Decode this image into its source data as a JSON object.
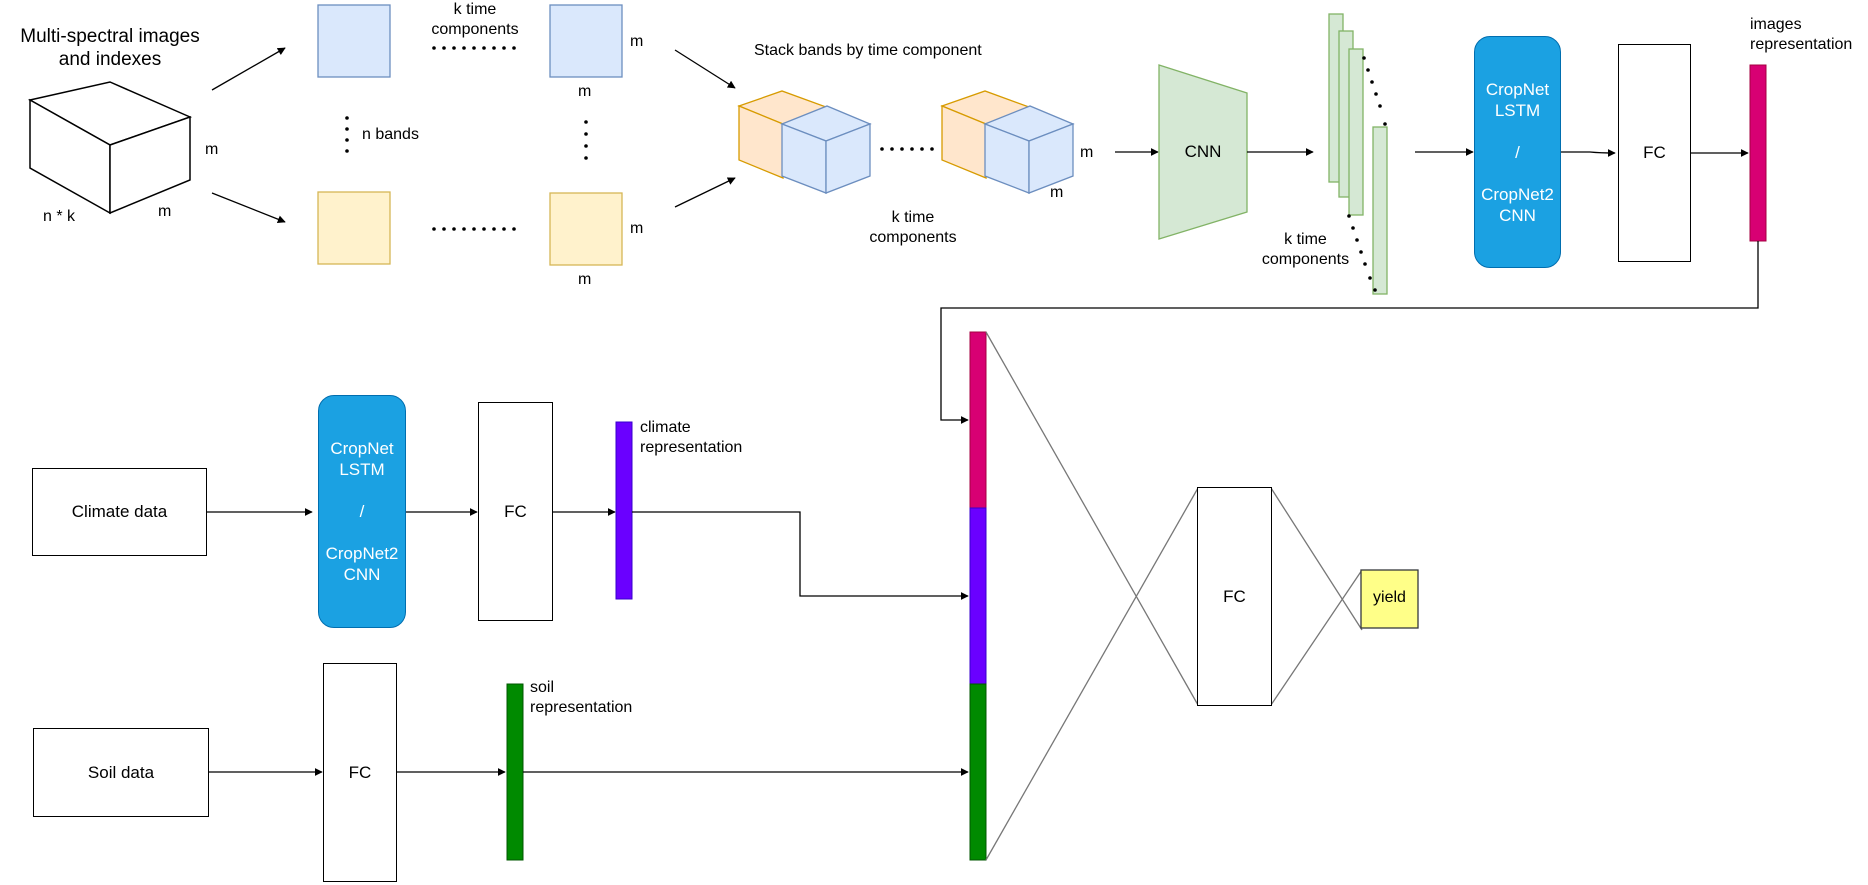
{
  "colors": {
    "images_repr": "#d80073",
    "climate_repr": "#6a00ff",
    "soil_repr": "#008a00",
    "rnn_block": "#1ba1e2",
    "yield_box": "#ffff88",
    "cnn_block": "#d5e8d4",
    "blue_band": "#dae8fc",
    "orange_band": "#ffe6cc",
    "yellow_band": "#fff2cc"
  },
  "images_branch": {
    "title_line1": "Multi-spectral images",
    "title_line2": "and indexes",
    "cube_depth_label": "m",
    "cube_width_label": "m",
    "cube_bottom_label": "n * k",
    "k_time_line1": "k time",
    "k_time_line2": "components",
    "n_bands": "n bands",
    "band_m_top_side": "m",
    "band_m_top_bottom": "m",
    "band_m_low_side": "m",
    "band_m_low_bottom": "m",
    "stack_label": "Stack bands by time component",
    "stack_k_line1": "k time",
    "stack_k_line2": "components",
    "stack_m_side": "m",
    "stack_m_bottom": "m",
    "cnn_label": "CNN",
    "feat_k_line1": "k time",
    "feat_k_line2": "components",
    "rnn_line1": "CropNet",
    "rnn_line2": "LSTM",
    "rnn_line3": "/",
    "rnn_line4": "CropNet2",
    "rnn_line5": "CNN",
    "fc_label": "FC",
    "repr_line1": "images",
    "repr_line2": "representation"
  },
  "climate_branch": {
    "input_label": "Climate data",
    "rnn_line1": "CropNet",
    "rnn_line2": "LSTM",
    "rnn_line3": "/",
    "rnn_line4": "CropNet2",
    "rnn_line5": "CNN",
    "fc_label": "FC",
    "repr_line1": "climate",
    "repr_line2": "representation"
  },
  "soil_branch": {
    "input_label": "Soil data",
    "fc_label": "FC",
    "repr_line1": "soil",
    "repr_line2": "representation"
  },
  "head": {
    "fc_label": "FC",
    "output_label": "yield"
  }
}
